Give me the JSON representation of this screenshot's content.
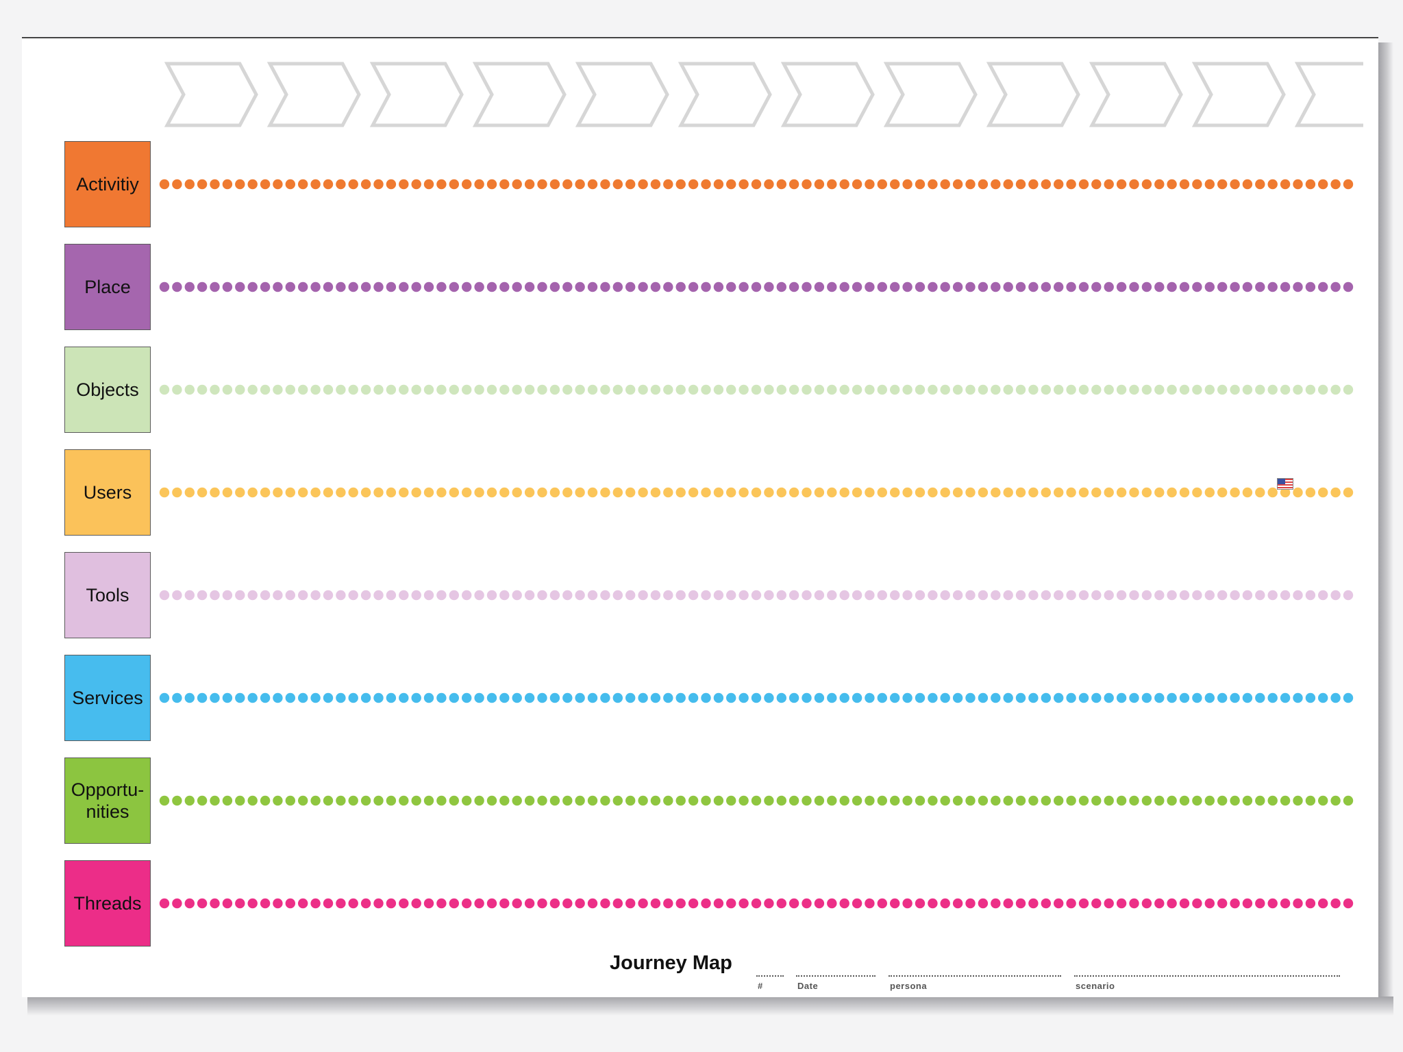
{
  "rows": [
    {
      "label": "Activitiy",
      "color": "#f07832",
      "dot_color": "#ef7a30"
    },
    {
      "label": "Place",
      "color": "#a566ae",
      "dot_color": "#a463ad"
    },
    {
      "label": "Objects",
      "color": "#cce4b7",
      "dot_color": "#cfe6bd"
    },
    {
      "label": "Users",
      "color": "#fbc25a",
      "dot_color": "#fbc559"
    },
    {
      "label": "Tools",
      "color": "#e0bfdf",
      "dot_color": "#e5c6e3"
    },
    {
      "label": "Services",
      "color": "#47bcee",
      "dot_color": "#45bced"
    },
    {
      "label": "Opportu-\nnities",
      "color": "#8cc540",
      "dot_color": "#8fc640"
    },
    {
      "label": "Threads",
      "color": "#ec2d88",
      "dot_color": "#ec2f87"
    }
  ],
  "footer": {
    "title": "Journey Map",
    "fields": [
      {
        "label": "#"
      },
      {
        "label": "Date"
      },
      {
        "label": "persona"
      },
      {
        "label": "scenario"
      }
    ]
  },
  "chevron_count": 12,
  "dots_per_row": 95,
  "chevron_stroke": "#d6d6d6",
  "flag_icon": "us-flag-icon"
}
